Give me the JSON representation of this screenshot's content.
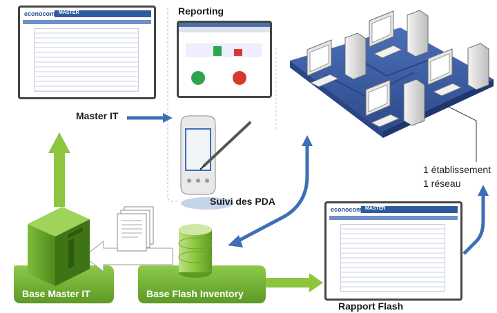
{
  "labels": {
    "reporting": "Reporting",
    "master_it": "Master IT",
    "suivi_pda": "Suivi des PDA",
    "network_line1": "1 établissement",
    "network_line2": "1 réseau",
    "base_master_it": "Base Master IT",
    "base_flash_inventory": "Base Flash Inventory",
    "rapport_flash": "Rapport Flash"
  },
  "screens": {
    "brand": "econocom",
    "app_title": "MASTER",
    "app_subtitle": "Information Technology"
  },
  "colors": {
    "arrow_blue": "#3d6fb5",
    "arrow_green": "#8cc63f",
    "base_green": "#6aaa2e",
    "network_blue": "#3b5da8",
    "dashed_divider": "#a9b8d6"
  },
  "icons": [
    "server-icon",
    "database-icon",
    "document-icon",
    "pda-icon",
    "stylus-icon",
    "network-platform-icon",
    "workstation-icon",
    "monitor-icon"
  ]
}
